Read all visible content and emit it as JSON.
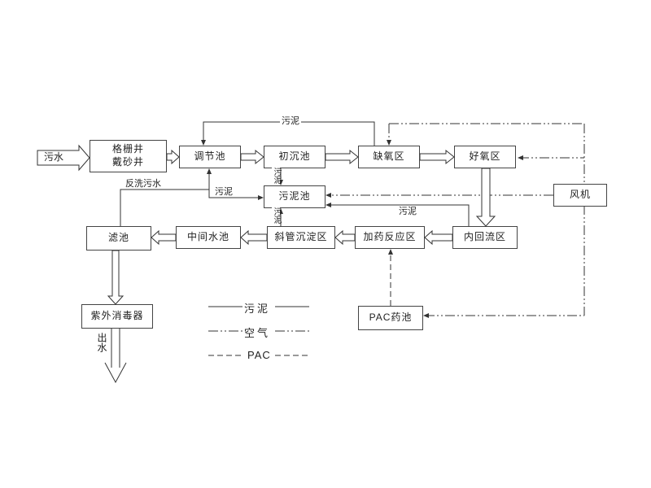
{
  "colors": {
    "line": "#333333",
    "text": "#222222",
    "background": "#ffffff"
  },
  "nodes": {
    "inlet": "污水",
    "grid_well_line1": "格栅井",
    "grid_well_line2": "戴砂井",
    "regulating_tank": "调节池",
    "primary_sedimentation_tank": "初沉池",
    "anoxic_zone": "缺氧区",
    "aerobic_zone": "好氧区",
    "blower": "风机",
    "sludge_tank": "污泥池",
    "internal_reflux_zone": "内回流区",
    "dosing_reaction_zone": "加药反应区",
    "inclined_tube_settling_zone": "斜管沉淀区",
    "intermediate_tank": "中间水池",
    "filter_tank": "滤池",
    "uv_disinfector": "紫外消毒器",
    "pac_tank": "PAC药池",
    "outlet": "出水"
  },
  "edge_labels": {
    "top_sludge_return": "污泥",
    "primary_to_sludge_tank": "污泥",
    "settling_to_sludge_tank": "污泥",
    "reflux_to_sludge_tank": "污泥",
    "backwash_to_sludge_tank": "污泥",
    "filter_backwash": "反洗污水"
  },
  "legend": {
    "sludge": {
      "label": "污泥",
      "style": "solid"
    },
    "air": {
      "label": "空气",
      "style": "dash-dot-dot"
    },
    "pac": {
      "label": "PAC",
      "style": "dashed"
    }
  }
}
